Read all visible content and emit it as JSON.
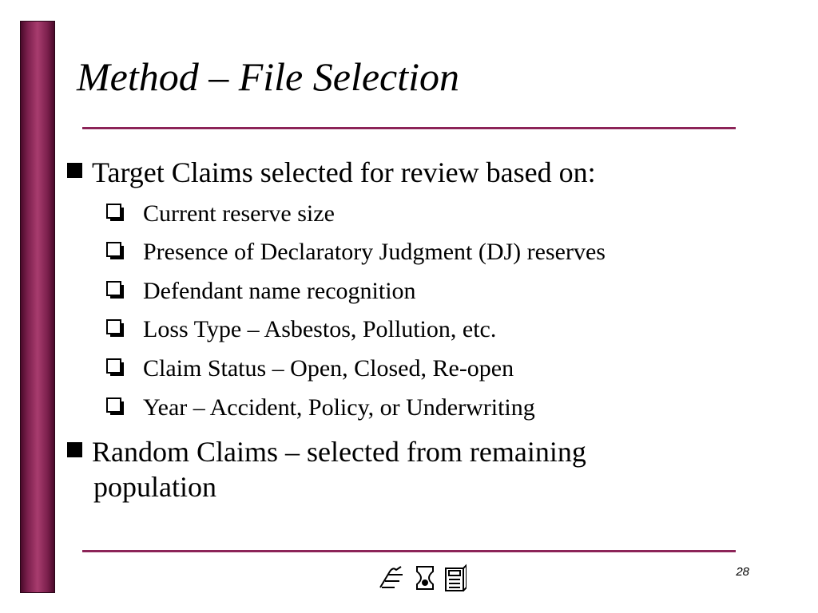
{
  "slide": {
    "title": "Method – File Selection",
    "bullets": [
      {
        "text": "Target Claims selected for review based on:",
        "sub_items": [
          "Current reserve size",
          "Presence of Declaratory Judgment (DJ) reserves",
          "Defendant name recognition",
          "Loss Type – Asbestos, Pollution, etc.",
          "Claim Status – Open, Closed, Re-open",
          "Year – Accident, Policy, or Underwriting"
        ]
      },
      {
        "text_line1": "Random Claims – selected from remaining",
        "text_line2": "population"
      }
    ],
    "page_number": "28",
    "footer_icons": [
      "hand-pointer-icon",
      "hourglass-icon",
      "calculator-icon"
    ],
    "colors": {
      "accent": "#8c2458",
      "sidebar": "#7a1f4c"
    }
  }
}
